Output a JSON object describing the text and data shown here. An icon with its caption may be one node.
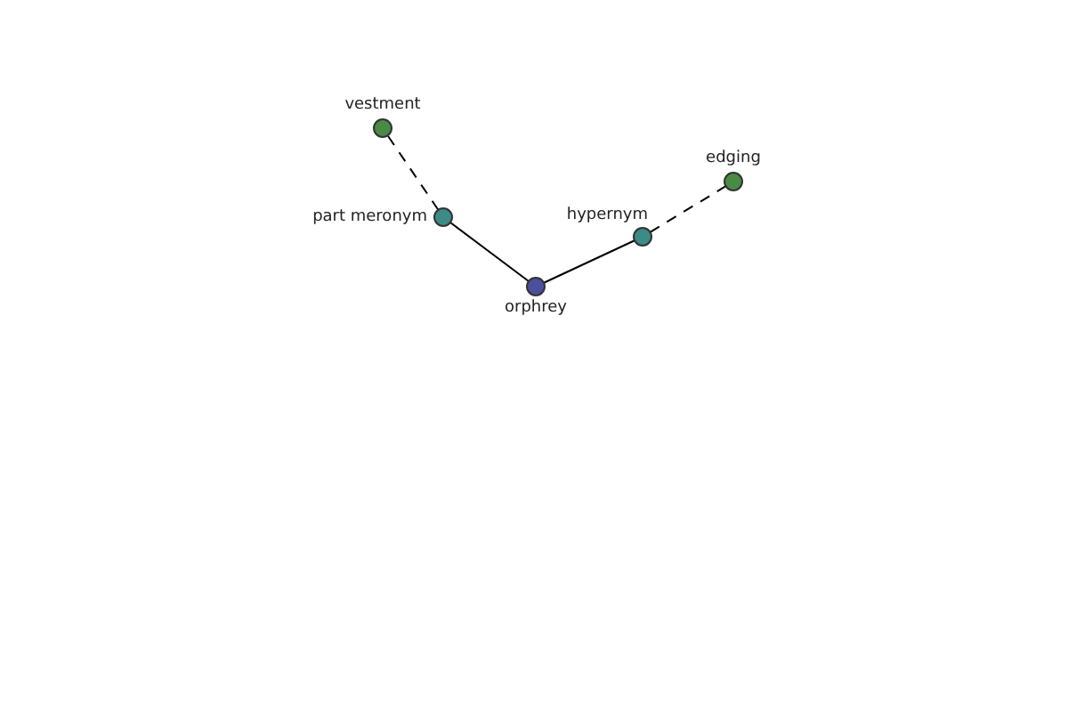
{
  "diagram": {
    "nodes": [
      {
        "text": [
          "vestment"
        ]
      },
      {
        "text": [
          "part meronym"
        ]
      },
      {
        "text": [
          "orphrey"
        ]
      },
      {
        "text": [
          "hypernym"
        ]
      },
      {
        "text": [
          "edging"
        ]
      }
    ],
    "edges": [
      {
        "from": 2,
        "to": 1,
        "arrow": "none"
      },
      {
        "from": 1,
        "to": 0,
        "arrow": "none",
        "style": "dashed"
      },
      {
        "from": 2,
        "to": 3,
        "arrow": "none"
      },
      {
        "from": 3,
        "to": 4,
        "arrow": "none",
        "style": "dashed"
      }
    ]
  }
}
